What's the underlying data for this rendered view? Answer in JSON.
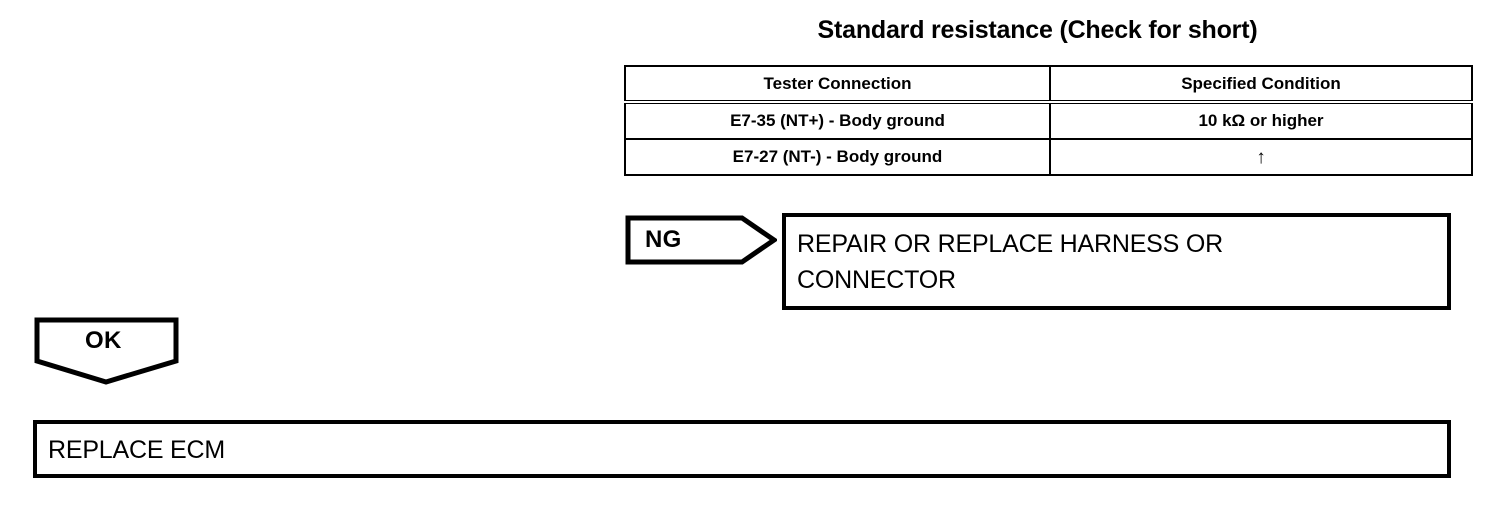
{
  "table": {
    "title": "Standard resistance (Check for short)",
    "columns": [
      "Tester Connection",
      "Specified Condition"
    ],
    "rows": [
      {
        "tester_connection": "E7-35 (NT+) - Body ground",
        "specified_condition": "10 kΩ or higher"
      },
      {
        "tester_connection": "E7-27 (NT-) - Body ground",
        "specified_condition": "↑"
      }
    ]
  },
  "flow": {
    "ng_branch": {
      "label": "NG",
      "result_line_1": "REPAIR OR REPLACE HARNESS OR",
      "result_line_2": "CONNECTOR"
    },
    "ok_branch": {
      "label": "OK",
      "result": "REPLACE ECM"
    }
  }
}
